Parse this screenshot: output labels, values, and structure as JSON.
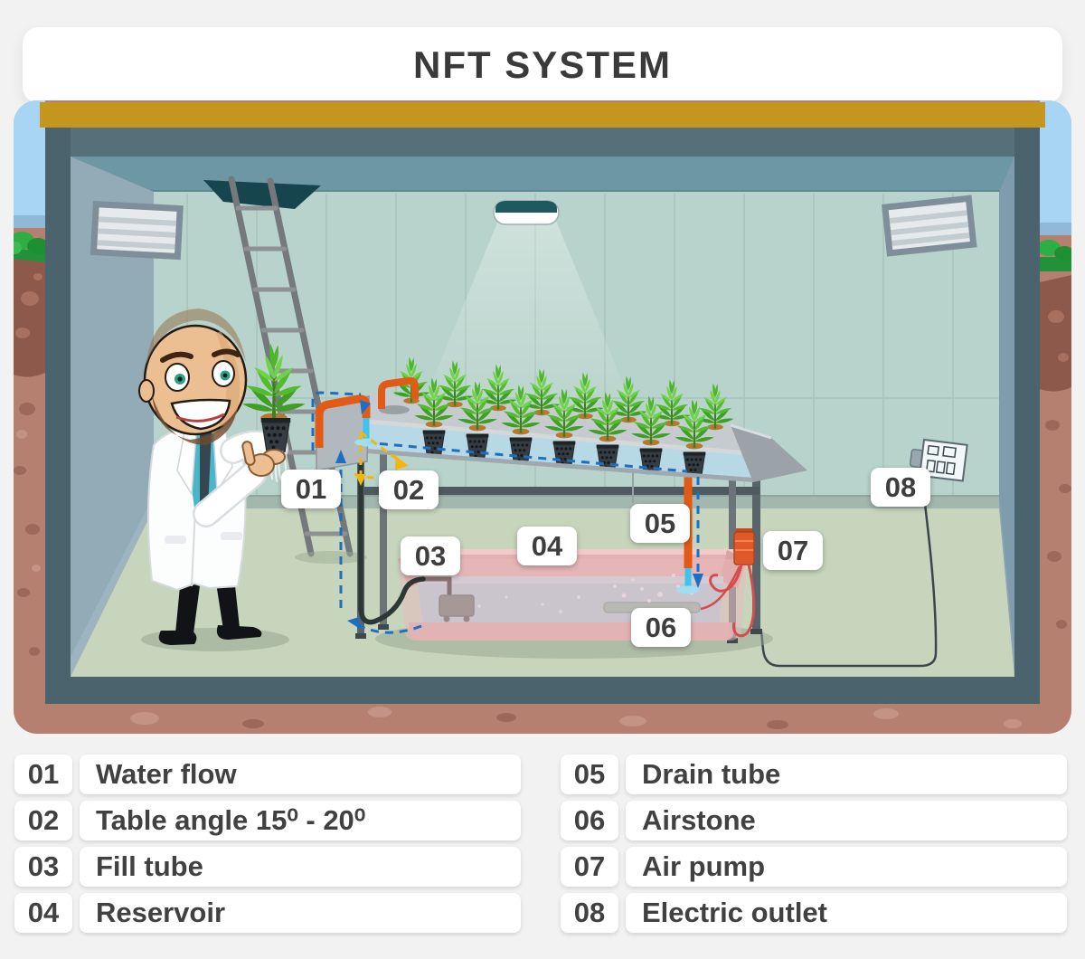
{
  "title": "NFT SYSTEM",
  "legend": {
    "items": [
      {
        "num": "01",
        "label": "Water flow"
      },
      {
        "num": "02",
        "label": "Table angle 15⁰ - 20⁰"
      },
      {
        "num": "03",
        "label": "Fill tube"
      },
      {
        "num": "04",
        "label": "Reservoir"
      },
      {
        "num": "05",
        "label": "Drain tube"
      },
      {
        "num": "06",
        "label": "Airstone"
      },
      {
        "num": "07",
        "label": "Air pump"
      },
      {
        "num": "08",
        "label": "Electric outlet"
      }
    ]
  },
  "colors": {
    "roof_gold": "#c5961d",
    "room_frame": "#4b636c",
    "back_wall": "#b8d3cb",
    "floor": "#c7d5bd",
    "reservoir_pink": "#e8babb",
    "pipe_orange": "#e35a17",
    "water_cyan": "#3ec3ef",
    "flow_dash_blue": "#1d6fc0",
    "angle_dash_yellow": "#f2b70c",
    "plant_green": "#54bb2e"
  }
}
